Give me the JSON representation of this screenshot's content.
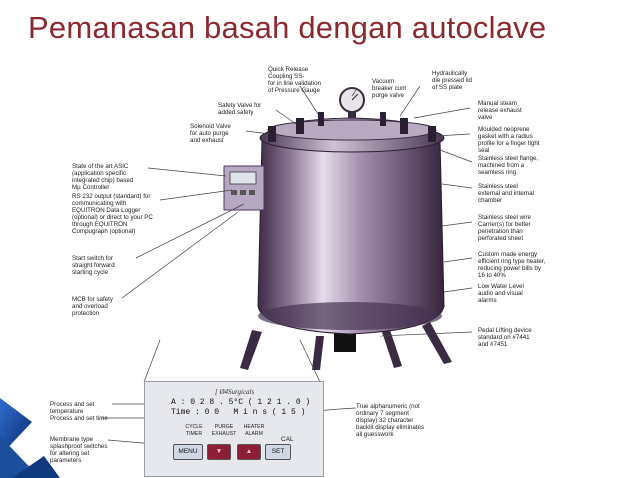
{
  "slide": {
    "title": "Pemanasan basah dengan autoclave"
  },
  "annotations": {
    "quick_release": "Quick Release\nCoupling SS-\nfor in line validation\nof Pressure Gauge",
    "vacuum_breaker": "Vacuum\nbreaker cum\npurge valve",
    "hydraulically_pressed": "Hydraulically\ndie pressed lid\nof SS plate",
    "safety_valve": "Safety Valve for\nadded safety",
    "manual_steam": "Manual steam\nrelease exhaust\nvalve",
    "solenoid_valve": "Solenoid Valve\nfor auto purge\nand exhaust",
    "moulded_neoprene": "Moulded neoprene\ngasket with a radius\nprofile for a finger tight\nseal",
    "asic": "State of the art ASIC\n(application specific\nintegrated chip) based\nMµ Controller",
    "ss_flange": "Stainless steel flange,\nmachined from a\nseamless ring",
    "rs232": "RS 232 output (standard) for\ncommunicating with\nEQUITRON Data Logger\n(optional) or direct to your PC\nthrough EQUITRON\nCompugraph (optional)",
    "ss_external": "Stainless steel\nexternal and internal\nchamber",
    "ss_wire": "Stainless steel wire\nCarrier(s) for better\npenetration than\nperforated sheet",
    "start_switch": "Start switch for\nstraight forward\nstarting cycle",
    "custom_energy": "Custom made energy\nefficient ring type heater,\nreducing power bills by\n16 to 40%",
    "low_water": "Low Water Level\naudio and visual\nalarms",
    "mcb": "MCB for safety\nand overload\nprotection",
    "pedal_lifting": "Pedal Lifting device\nstandard on #7441\nand #7451",
    "process_temp": "Process and set\ntemperature",
    "process_time": "Process and set time",
    "membrane": "Membrane type\nsplashproof switches\nfor altering set\nparameters",
    "true_alpha": "True alphanumeric (not\nordinary 7 segment\ndisplay) 32 character\nbacklit display eliminates\nall guesswork"
  },
  "panel": {
    "brand": "[ Ø4Surgicals",
    "line1": "A : 0 2 8 . 5°C ( 1 2 1 . 0 )",
    "line2": "Time : 0 0   M i n s ( 1 5 )",
    "key_cycle": "CYCLE",
    "key_timer": "TIMER",
    "key_purge": "PURGE",
    "key_exhaust": "EXHAUST",
    "key_heater": "HEATER",
    "key_alarm": "ALARM",
    "cal": "CAL",
    "btn_menu": "MENU",
    "btn_down": "▼",
    "btn_up": "▲",
    "btn_set": "SET"
  },
  "colors": {
    "title": "#8a2a2f",
    "body_purple": "#6e5677",
    "accent_blue": "#1b4f9c"
  }
}
